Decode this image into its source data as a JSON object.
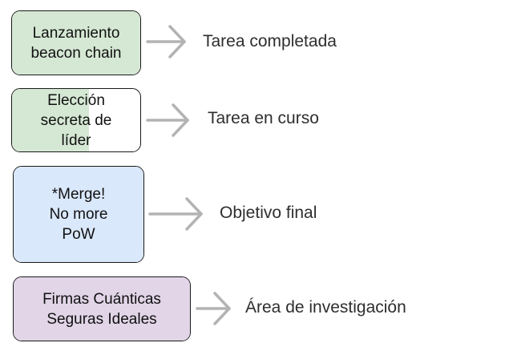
{
  "legend": [
    {
      "label": "Lanzamiento\nbeacon chain",
      "description": "Tarea completada",
      "fill_color": "#d5e8d4",
      "fill_fraction": 1.0
    },
    {
      "label": "Elección\nsecreta de\nlíder",
      "description": "Tarea en curso",
      "fill_color": "#d5e8d4",
      "fill_fraction": 0.6
    },
    {
      "label": "*Merge!\nNo more\nPoW",
      "description": "Objetivo final",
      "fill_color": "#dae8fc",
      "fill_fraction": 1.0
    },
    {
      "label": "Firmas Cuánticas\nSeguras Ideales",
      "description": "Área de investigación",
      "fill_color": "#e1d5e7",
      "fill_fraction": 1.0
    }
  ],
  "colors": {
    "border": "#1a1a1a",
    "arrow": "#b3b3b3",
    "text": "#2e2e2e"
  },
  "icons": {
    "arrow": "right-arrow-icon"
  }
}
